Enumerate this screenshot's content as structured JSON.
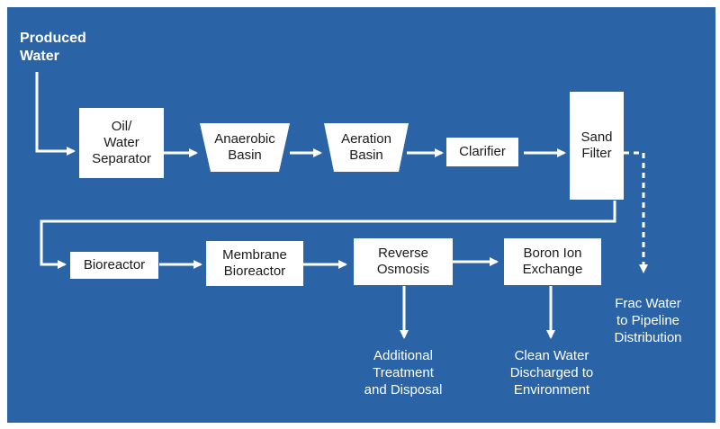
{
  "diagram": {
    "input_label": "Produced\nWater",
    "steps_row1": {
      "oil_water_separator": "Oil/\nWater\nSeparator",
      "anaerobic_basin": "Anaerobic\nBasin",
      "aeration_basin": "Aeration\nBasin",
      "clarifier": "Clarifier",
      "sand_filter": "Sand\nFilter"
    },
    "steps_row2": {
      "bioreactor": "Bioreactor",
      "membrane_bioreactor": "Membrane\nBioreactor",
      "reverse_osmosis": "Reverse\nOsmosis",
      "boron_ion_exchange": "Boron Ion\nExchange"
    },
    "outputs": {
      "frac_water": "Frac Water\nto Pipeline\nDistribution",
      "additional_treatment": "Additional\nTreatment\nand Disposal",
      "clean_water": "Clean Water\nDischarged to\nEnvironment"
    }
  },
  "colors": {
    "background": "#2a64a6",
    "box": "#ffffff",
    "arrow": "#ffffff"
  }
}
